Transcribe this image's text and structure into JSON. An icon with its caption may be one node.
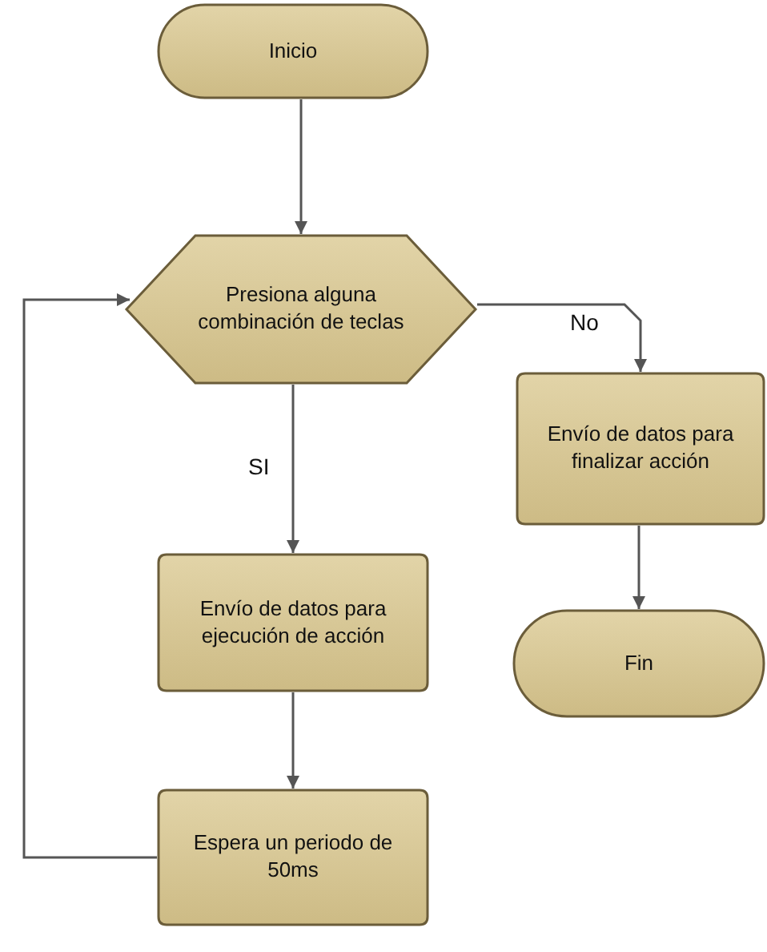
{
  "diagram": {
    "nodes": [
      {
        "text": [
          "Inicio"
        ]
      },
      {
        "text": [
          "Presiona alguna combinación de teclas"
        ]
      },
      {
        "text": [
          "Envío de datos para finalizar acción"
        ]
      },
      {
        "text": [
          "Fin"
        ]
      },
      {
        "text": [
          "Envío de datos para ejecución de acción"
        ]
      },
      {
        "text": [
          "Espera un periodo de 50ms"
        ]
      }
    ],
    "edges": [
      {
        "from": 0,
        "to": 1,
        "arrow": "to"
      },
      {
        "from": 1,
        "to": 2,
        "arrow": "to",
        "label": "No"
      },
      {
        "from": 2,
        "to": 3,
        "arrow": "to"
      },
      {
        "from": 1,
        "to": 4,
        "arrow": "to",
        "label": "SI"
      },
      {
        "from": 4,
        "to": 5,
        "arrow": "to"
      },
      {
        "from": 5,
        "to": 1,
        "arrow": "to"
      }
    ]
  }
}
